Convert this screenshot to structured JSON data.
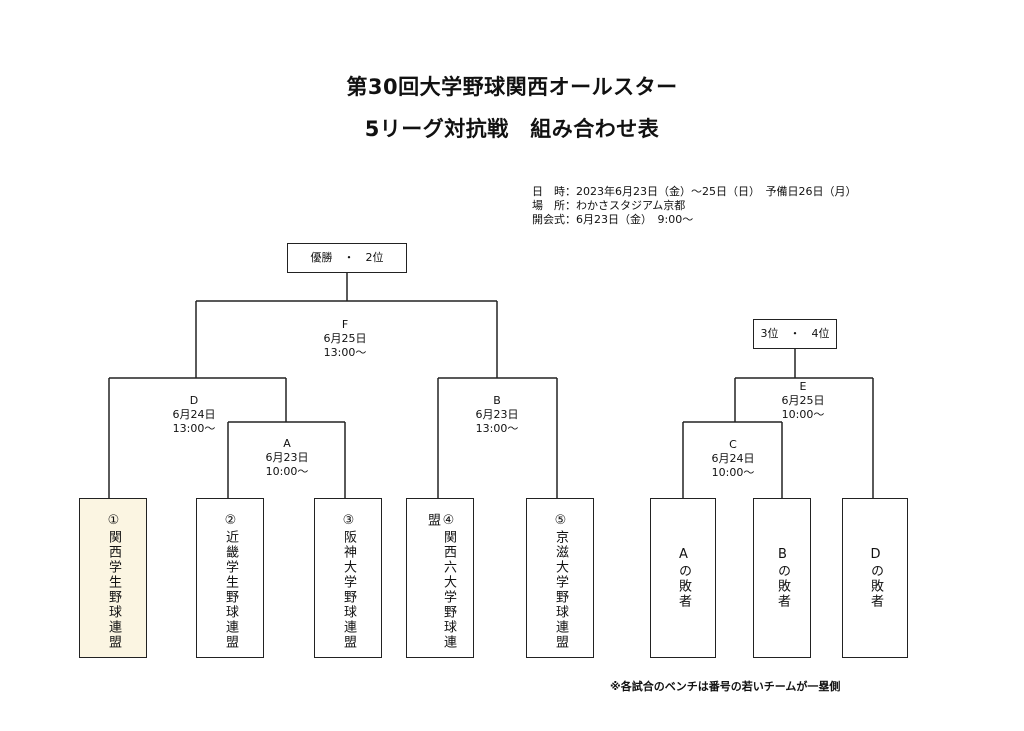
{
  "title_line1": "第30回大学野球関西オールスター",
  "title_line2": "5リーグ対抗戦　組み合わせ表",
  "info": {
    "date": "日　時：2023年6月23日（金）～25日（日）　予備日26日（月）",
    "venue": "場　所：わかさスタジアム京都",
    "ceremony": "開会式：6月23日（金）　9:00～"
  },
  "final_box": "優勝　・　2位",
  "third_box": "3位　・　4位",
  "matches": {
    "F": {
      "code": "F",
      "date": "6月25日",
      "time": "13:00～"
    },
    "D": {
      "code": "D",
      "date": "6月24日",
      "time": "13:00～"
    },
    "A": {
      "code": "A",
      "date": "6月23日",
      "time": "10:00～"
    },
    "B": {
      "code": "B",
      "date": "6月23日",
      "time": "13:00～"
    },
    "E": {
      "code": "E",
      "date": "6月25日",
      "time": "10:00～"
    },
    "C": {
      "code": "C",
      "date": "6月24日",
      "time": "10:00～"
    }
  },
  "teams": [
    "①関西学生野球連盟",
    "②近畿学生野球連盟",
    "③阪神大学野球連盟",
    "④関西六大学野球連盟",
    "⑤京滋大学野球連盟"
  ],
  "losers": [
    "Aの敗者",
    "Bの敗者",
    "Dの敗者"
  ],
  "note": "※各試合のベンチは番号の若いチームが一塁側"
}
